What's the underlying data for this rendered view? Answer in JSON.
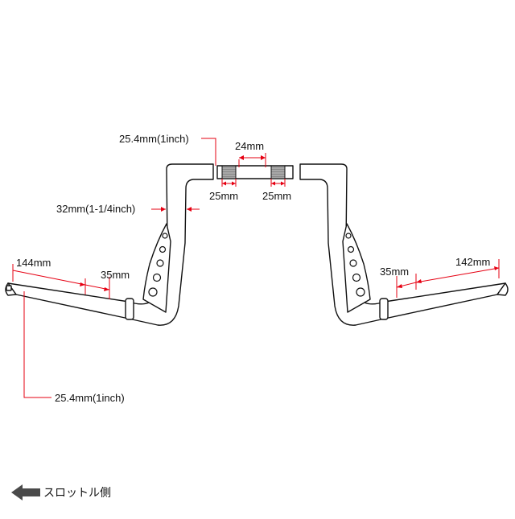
{
  "colors": {
    "outline": "#111111",
    "dimension": "#e60012",
    "grip": "#9a9a9a",
    "text": "#111111"
  },
  "dimensions": {
    "center_clamp": "25.4mm(1inch)",
    "center_gap": "24mm",
    "knurl_left": "25mm",
    "knurl_right": "25mm",
    "riser_diameter": "32mm(1-1/4inch)",
    "grip_left_length": "144mm",
    "bend_left": "35mm",
    "bend_right": "35mm",
    "grip_right_length": "142mm",
    "tube_diameter": "25.4mm(1inch)"
  },
  "footer": {
    "arrow_icon": "left-arrow-icon",
    "label": "スロットル側"
  }
}
